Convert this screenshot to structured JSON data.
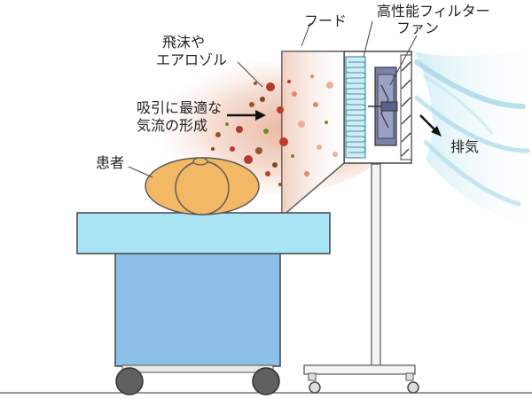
{
  "labels": {
    "hood": "フード",
    "filter": "高性能フィルター",
    "fan": "ファン",
    "droplets_line1": "飛沫や",
    "droplets_line2": "エアロゾル",
    "airflow_line1": "吸引に最適な",
    "airflow_line2": "気流の形成",
    "patient": "患者",
    "exhaust": "排気"
  },
  "colors": {
    "bed_top": "#a8e4f4",
    "bed_base": "#8cc0e8",
    "patient": "#f2b866",
    "hood": "#ffffff",
    "filter": "#cdeef6",
    "fan": "#7a82a8",
    "aerosol_cloud": "#e8a284",
    "exhaust_air": "#b6e2ee"
  }
}
